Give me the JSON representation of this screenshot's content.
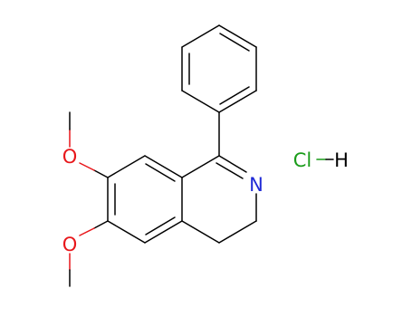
{
  "molecule": {
    "atoms": {
      "oxygen_upper": "O",
      "oxygen_lower": "O",
      "nitrogen": "N",
      "chlorine": "Cl",
      "hydrogen": "H"
    },
    "colors": {
      "bond": "#000000",
      "oxygen": "#e8171b",
      "nitrogen": "#1f2ad6",
      "chlorine": "#1a9c1a",
      "hydrogen": "#000000",
      "background": "#ffffff"
    }
  }
}
